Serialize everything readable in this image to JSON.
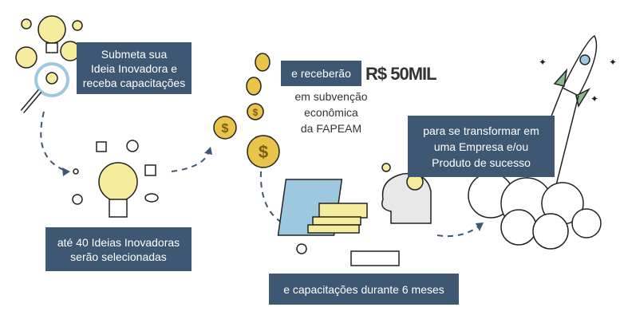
{
  "step1": {
    "lines": [
      "Submeta sua",
      "Ideia Inovadora e",
      "receba capacitações"
    ]
  },
  "step2": {
    "lines": [
      "até 40 Ideias Inovadoras",
      "serão selecionadas"
    ]
  },
  "step3": {
    "label": "e receberão",
    "amount": "R$ 50MIL",
    "sub_lines": [
      "em subvenção econômica",
      "da FAPEAM"
    ]
  },
  "step4": {
    "lines": [
      "para se transformar em",
      "uma Empresa e/ou",
      "Produto de sucesso"
    ]
  },
  "step5": {
    "label": "e capacitações durante 6 meses"
  },
  "colors": {
    "box": "#3e5873",
    "bulb": "#f5ec9e",
    "coin": "#e8c54a",
    "arrow": "#3e5873"
  }
}
